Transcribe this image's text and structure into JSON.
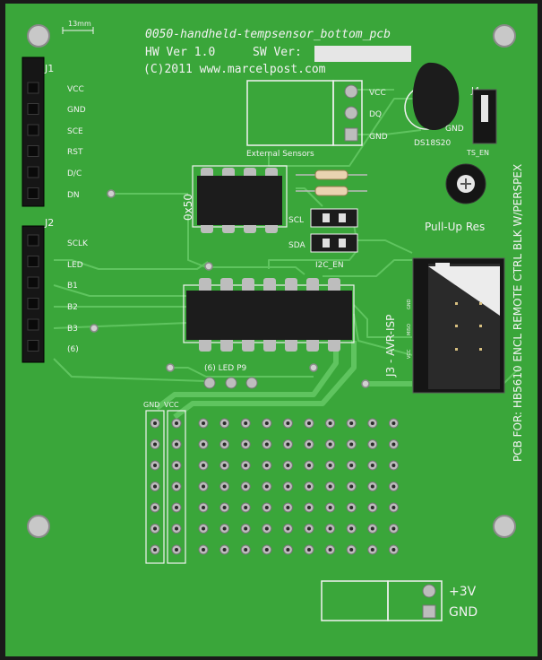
{
  "colors": {
    "board": "#3aa63a",
    "trace": "#5fc45f",
    "silk": "#f2f2f2",
    "pad": "#bdbdbd",
    "chip": "#1c1c1c",
    "hole": "#bfbfbf"
  },
  "title": {
    "line1": "0050-handheld-tempsensor_bottom_pcb",
    "hw_label": "HW Ver 1.0",
    "sw_label": "SW Ver:",
    "copyright": "(C)2011 www.marcelpost.com"
  },
  "scale_label": "13mm",
  "side_text": "PCB FOR: HB5610 ENCL REMOTE CTRL BLK W/PERSPEX",
  "j1": {
    "label": "J1",
    "pins": [
      "VCC",
      "GND",
      "SCE",
      "RST",
      "D/C",
      "DN"
    ]
  },
  "j2": {
    "label": "J2",
    "pins": [
      "SCLK",
      "LED",
      "B1",
      "B2",
      "B3",
      "(6)"
    ]
  },
  "sensor": {
    "box_label": "External Sensors",
    "pins": [
      "VCC",
      "DQ",
      "GND"
    ]
  },
  "ds18s20": {
    "label": "DS18S20",
    "gnd_label": "GND"
  },
  "j4": {
    "label": "J4",
    "sub_label": "TS_EN"
  },
  "pullup_label": "Pull-Up Res",
  "eeprom_label": "0x50",
  "i2c": {
    "scl": "SCL",
    "sda": "SDA",
    "enable": "I2C_EN"
  },
  "isp": {
    "label": "J3 - AVR-ISP",
    "pin_labels": [
      "GND",
      "MISO",
      "VCC"
    ]
  },
  "led_label": "(6)  LED  P9",
  "proto": {
    "gnd": "GND",
    "vcc": "VCC"
  },
  "power": {
    "v3": "+3V",
    "gnd": "GND"
  }
}
